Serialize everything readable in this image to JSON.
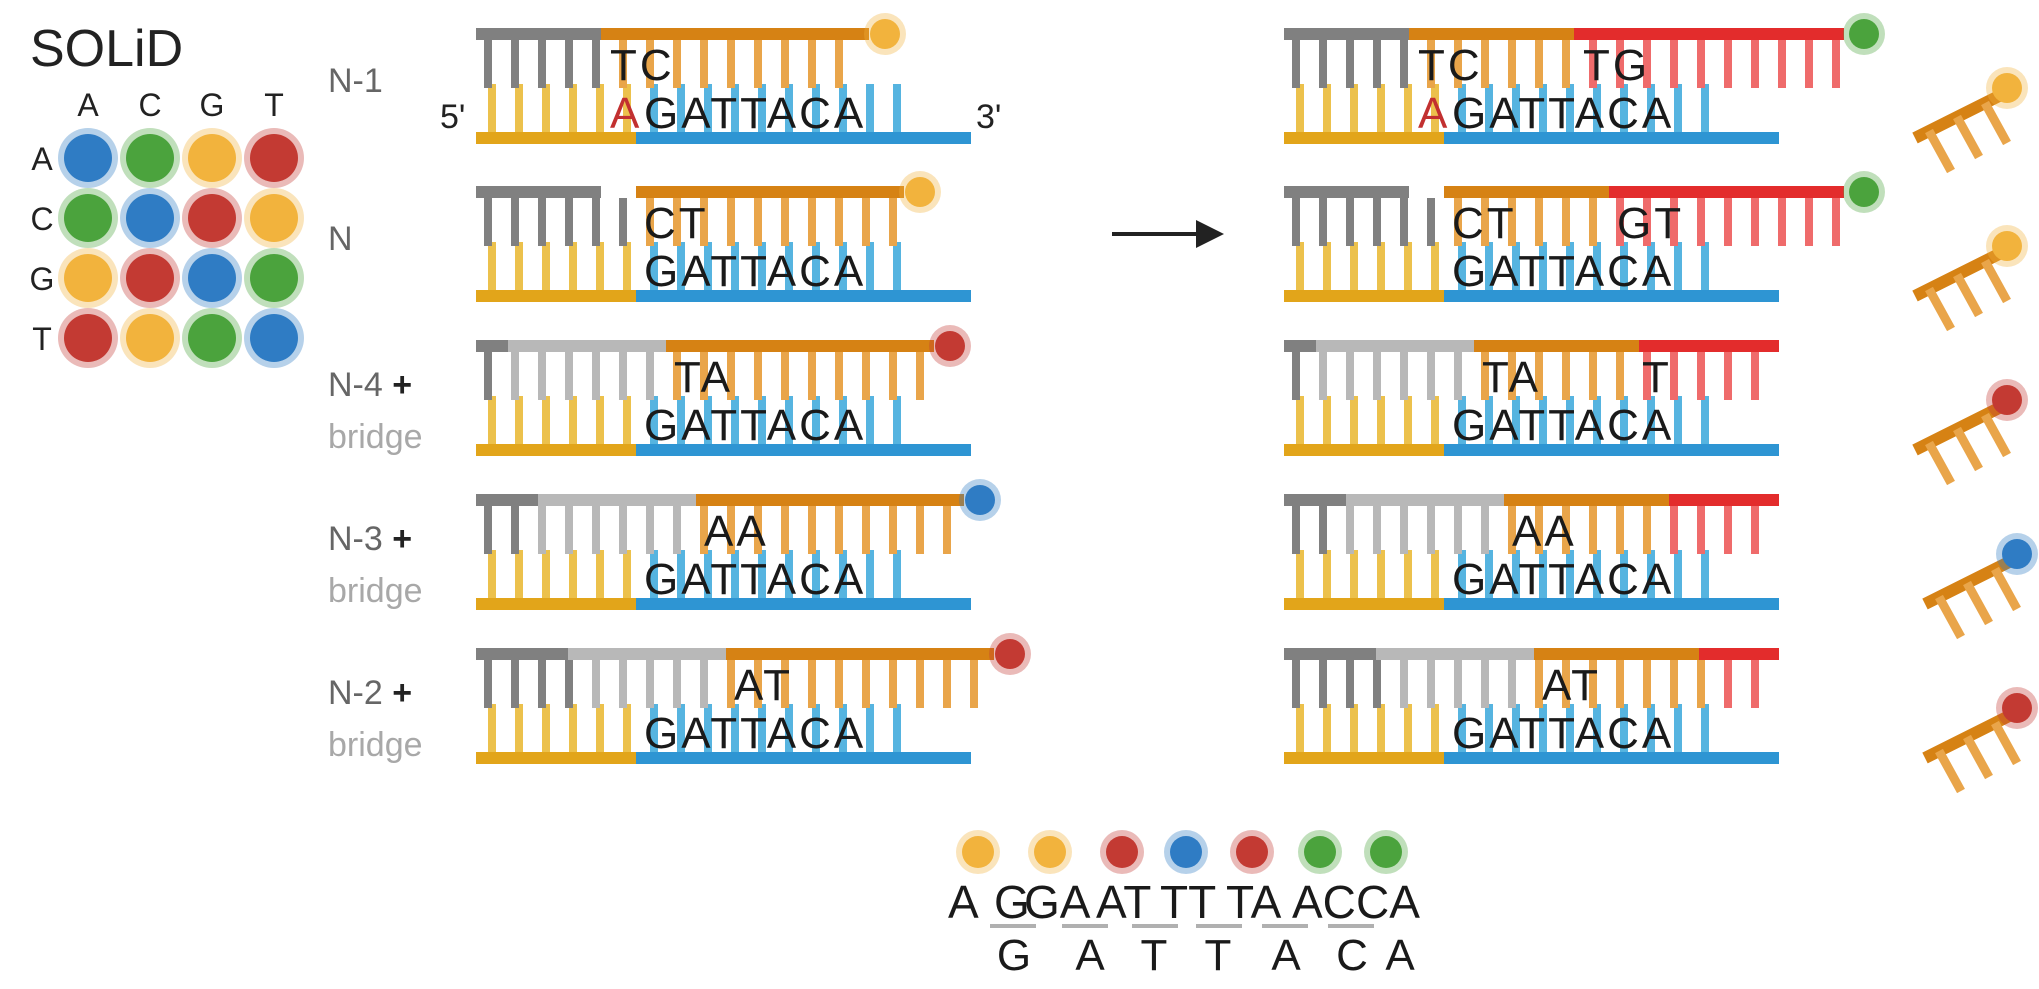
{
  "title": "SOLiD",
  "colors": {
    "A": "#2f7cc4",
    "C": "#4ba33d",
    "G": "#f2b33d",
    "T": "#c33a33",
    "template_strand": "#2e95d3",
    "template_teeth": "#56b4e0",
    "adapter_strand": "#e2a51a",
    "adapter_teeth": "#ecc14c",
    "primer_dark": "#808080",
    "primer_light": "#b8b8b8",
    "probe_orange": "#d68214",
    "probe_orange_teeth": "#e9a54a",
    "probe_red": "#e32c2c",
    "probe_red_teeth": "#ef6b6b",
    "red_letter": "#c23030",
    "arrow": "#222222"
  },
  "matrix": {
    "columns": [
      "A",
      "C",
      "G",
      "T"
    ],
    "rows": [
      "A",
      "C",
      "G",
      "T"
    ],
    "cells": [
      [
        "A",
        "C",
        "G",
        "T"
      ],
      [
        "C",
        "A",
        "T",
        "G"
      ],
      [
        "G",
        "T",
        "A",
        "C"
      ],
      [
        "T",
        "G",
        "C",
        "A"
      ]
    ]
  },
  "strand_labels": {
    "five_prime": "5'",
    "three_prime": "3'"
  },
  "rows": [
    {
      "label": "N-1",
      "sublabel": "",
      "template_prefix": "A",
      "template_sequence": "GATTACA",
      "probe_bases": "TC",
      "probe_dye": "G",
      "second_probe_bases": "TG",
      "second_probe_dye": "C",
      "free_probe_dye": "G"
    },
    {
      "label": "N",
      "sublabel": "",
      "template_prefix": "",
      "template_sequence": "GATTACA",
      "probe_bases": "CT",
      "probe_dye": "G",
      "second_probe_bases": "GT",
      "second_probe_dye": "C",
      "free_probe_dye": "G"
    },
    {
      "label": "N-4",
      "plus": "+",
      "sublabel": "bridge",
      "template_prefix": "",
      "template_sequence": "GATTACA",
      "probe_bases": "TA",
      "probe_dye": "T",
      "second_probe_bases": "T",
      "second_probe_dye": "",
      "free_probe_dye": "T"
    },
    {
      "label": "N-3",
      "plus": "+",
      "sublabel": "bridge",
      "template_prefix": "",
      "template_sequence": "GATTACA",
      "probe_bases": "AA",
      "probe_dye": "A",
      "second_probe_bases": "",
      "second_probe_dye": "",
      "free_probe_dye": "A"
    },
    {
      "label": "N-2",
      "plus": "+",
      "sublabel": "bridge",
      "template_prefix": "",
      "template_sequence": "GATTACA",
      "probe_bases": "AT",
      "probe_dye": "T",
      "second_probe_bases": "",
      "second_probe_dye": "",
      "free_probe_dye": "T"
    }
  ],
  "decoding": {
    "dye_colors": [
      "G",
      "G",
      "T",
      "A",
      "T",
      "C",
      "C"
    ],
    "read_first_letter": "A",
    "read_pairs": [
      "G",
      "GA",
      "AT",
      "TT",
      "TA",
      "AC",
      "CA"
    ],
    "decoded": [
      "G",
      "A",
      "T",
      "T",
      "A",
      "C",
      "A"
    ]
  }
}
